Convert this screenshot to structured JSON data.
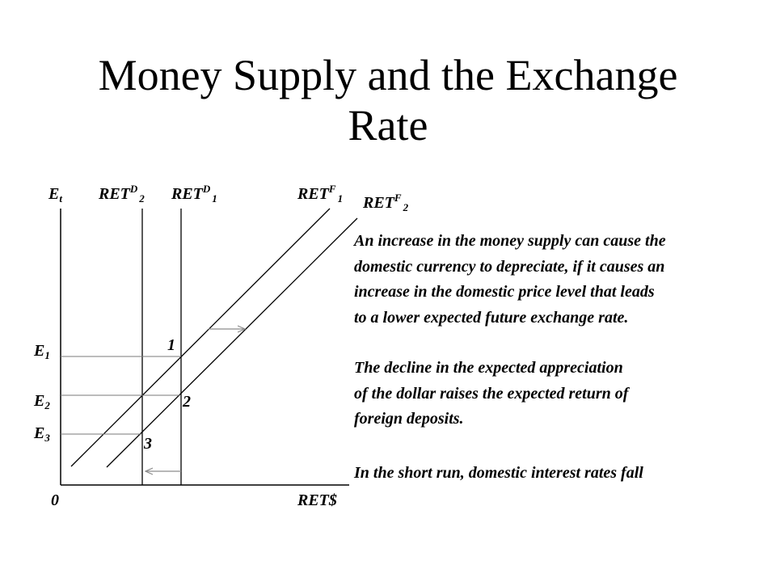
{
  "slide": {
    "title_lines": [
      "Money Supply and the Exchange",
      "Rate"
    ]
  },
  "diagram": {
    "y_axis_label": {
      "main": "E",
      "sub": "t"
    },
    "x_axis_label": "RET$",
    "origin_label": "0",
    "curves": {
      "ret_d2": {
        "main": "RET",
        "sup": "D",
        "sub": "2"
      },
      "ret_d1": {
        "main": "RET",
        "sup": "D",
        "sub": "1"
      },
      "ret_f1": {
        "main": "RET",
        "sup": "F",
        "sub": "1"
      },
      "ret_f2": {
        "main": "RET",
        "sup": "F",
        "sub": "2"
      }
    },
    "levels": [
      {
        "main": "E",
        "sub": "1"
      },
      {
        "main": "E",
        "sub": "2"
      },
      {
        "main": "E",
        "sub": "3"
      }
    ],
    "points": [
      "1",
      "2",
      "3"
    ]
  },
  "text": {
    "paragraph_1": [
      "An increase in the money supply can cause the",
      "domestic currency to depreciate, if it causes an",
      "increase in the domestic price level that leads",
      "to a lower expected future exchange rate."
    ],
    "paragraph_2": [
      "The decline in the expected appreciation",
      "of the dollar raises the expected return of",
      "foreign deposits."
    ],
    "paragraph_3": [
      "In the short run, domestic interest rates fall"
    ]
  },
  "colors": {
    "line": "#000000",
    "guide": "#7a7a7a",
    "arrow": "#8c8c8c"
  }
}
